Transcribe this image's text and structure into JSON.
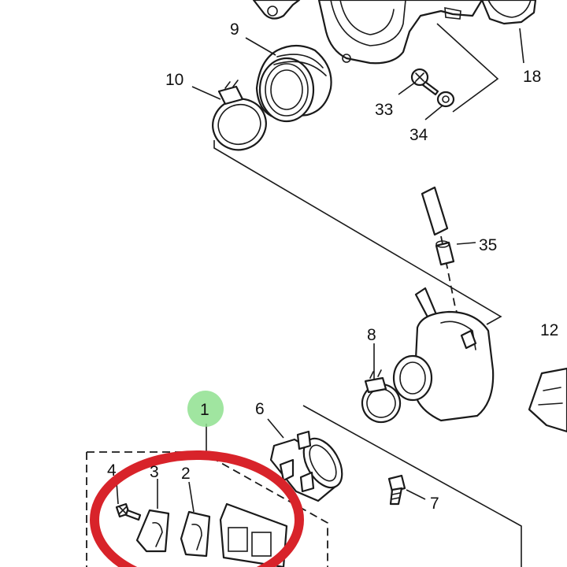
{
  "callouts": {
    "c1": "1",
    "c2": "2",
    "c3": "3",
    "c4": "4",
    "c6": "6",
    "c7": "7",
    "c8": "8",
    "c9": "9",
    "c10": "10",
    "c12": "12",
    "c18": "18",
    "c33": "33",
    "c34": "34",
    "c35": "35"
  },
  "colors": {
    "line": "#1a1a1a",
    "highlight_badge": "#8fe08f",
    "annotation_circle": "#d8232a",
    "background": "#ffffff"
  }
}
